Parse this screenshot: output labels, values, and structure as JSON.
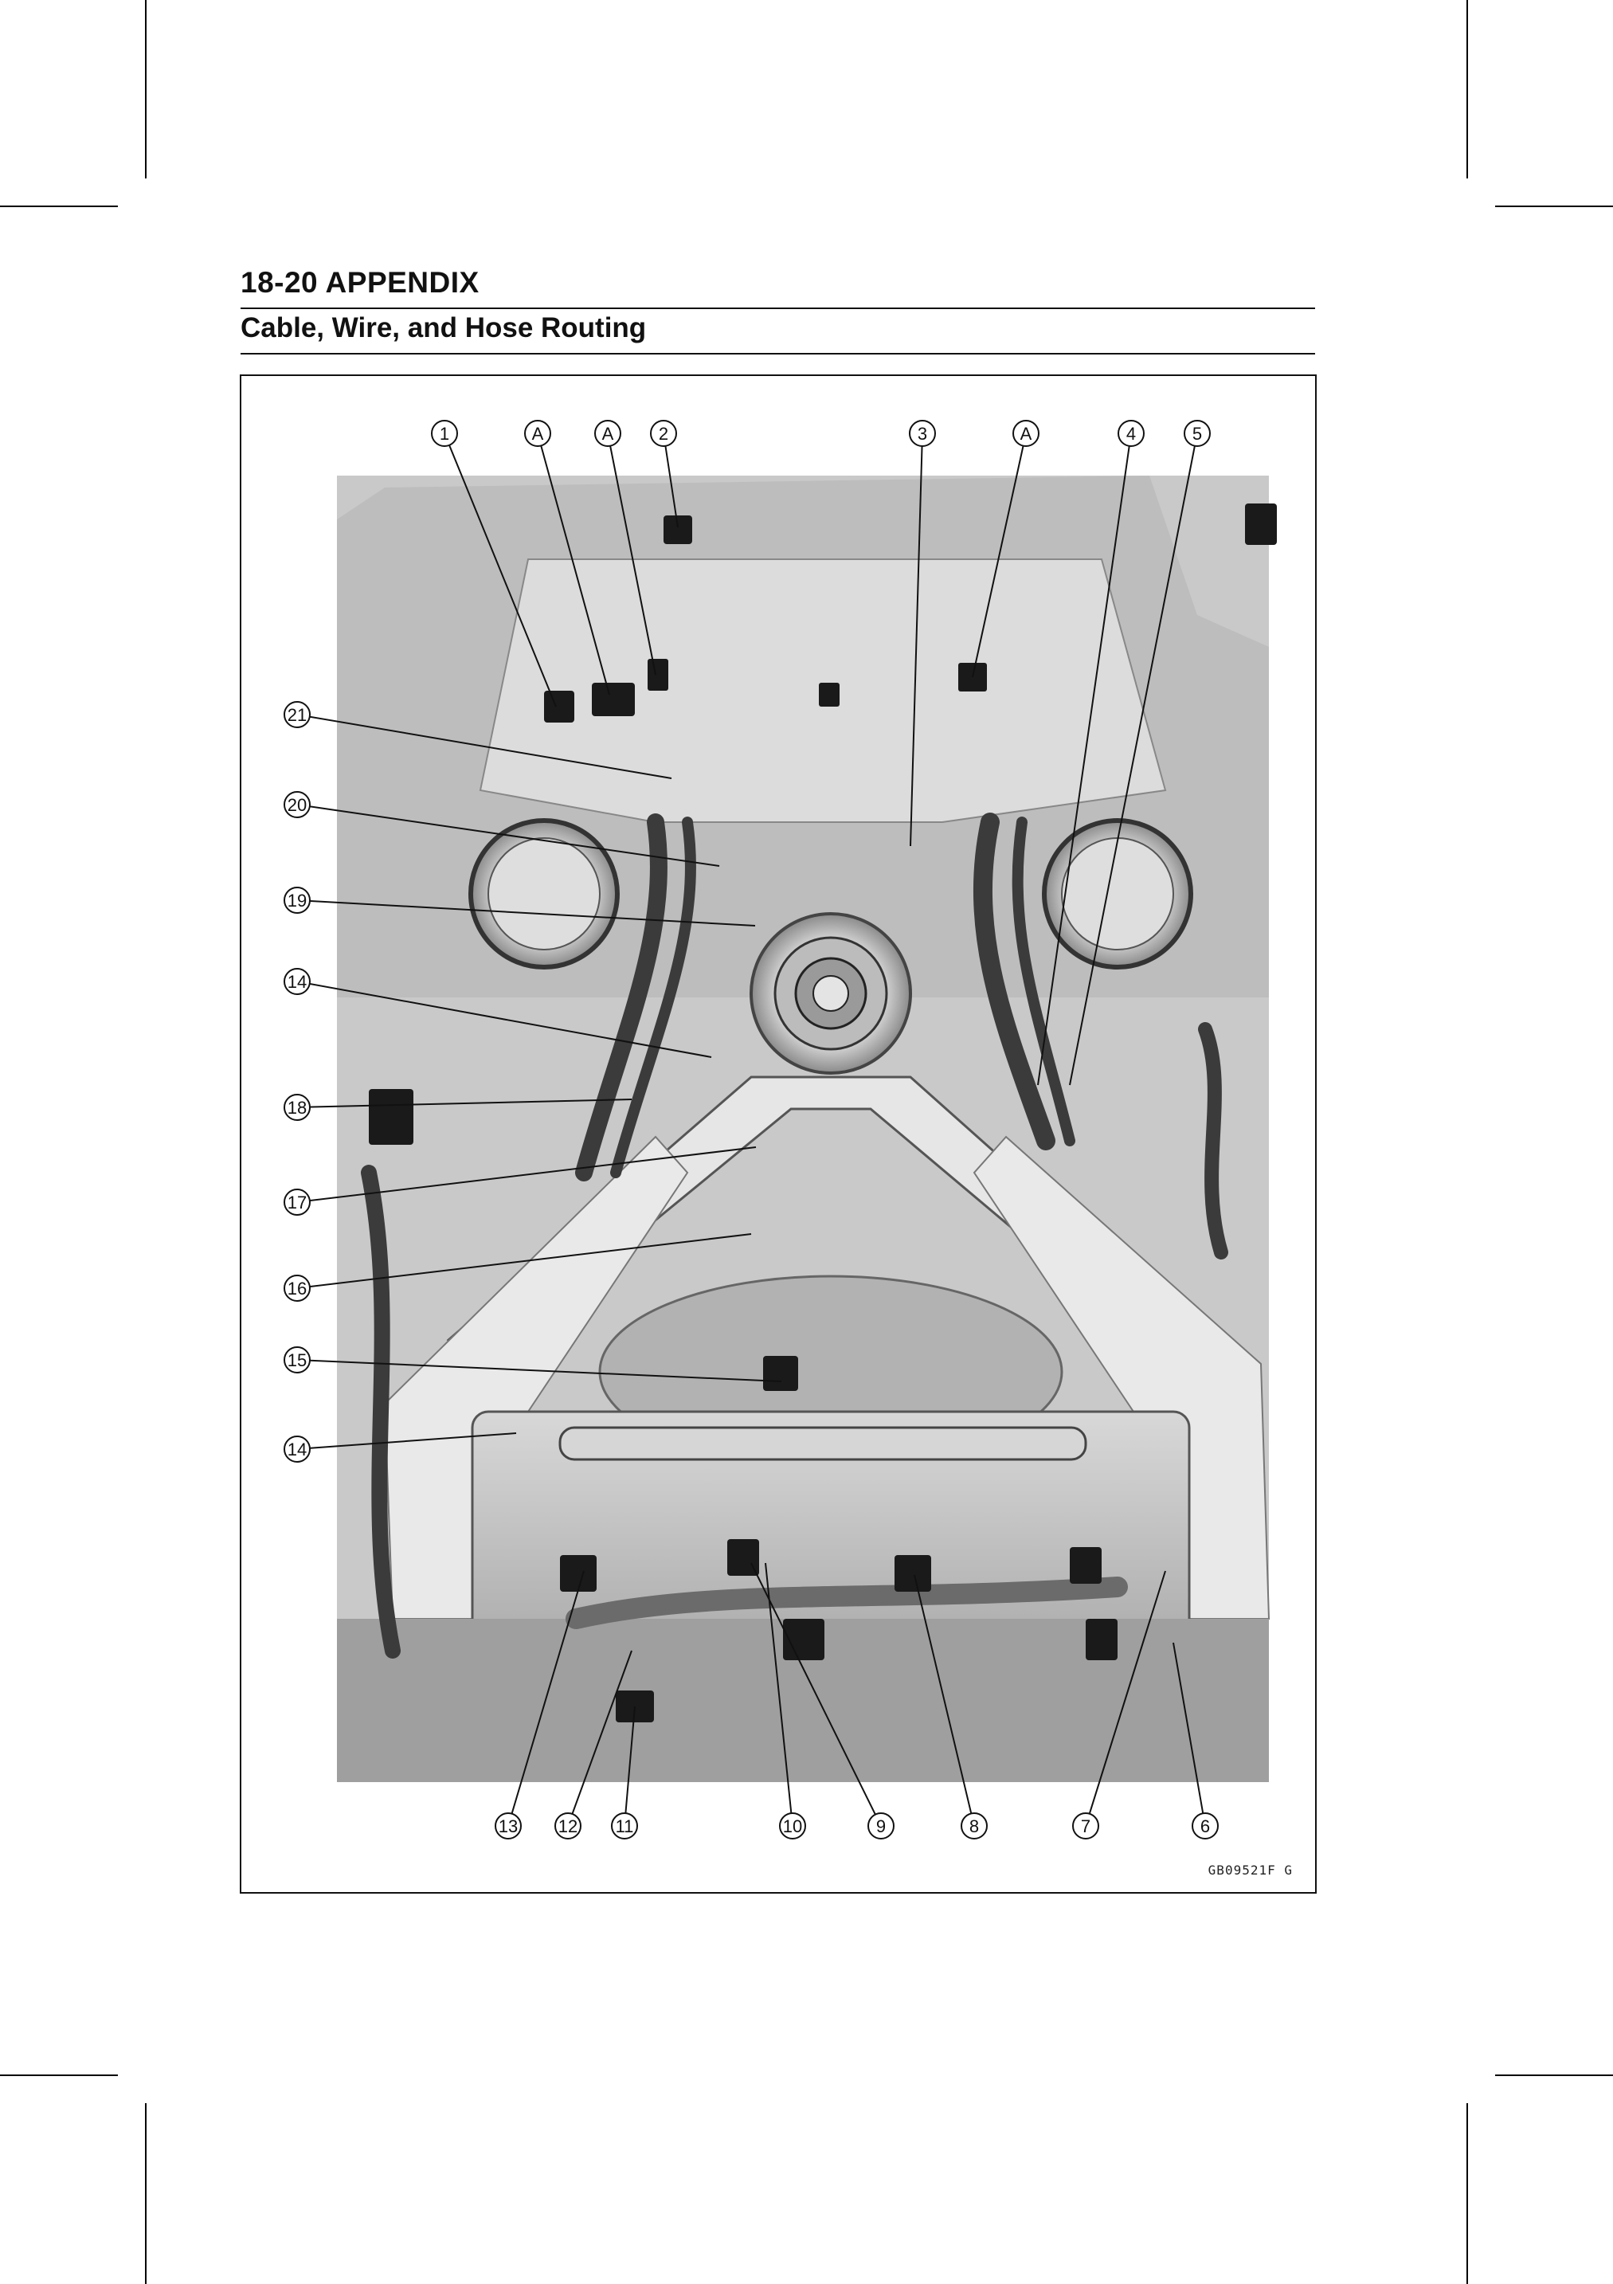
{
  "page_header": {
    "title": "18-20 APPENDIX",
    "subtitle": "Cable, Wire, and Hose Routing"
  },
  "figure": {
    "figure_code": "GB09521F  G",
    "callouts_top": [
      "1",
      "A",
      "A",
      "2",
      "3",
      "A",
      "4",
      "5"
    ],
    "callouts_left": [
      "21",
      "20",
      "19",
      "14",
      "18",
      "17",
      "16",
      "15",
      "14"
    ],
    "callouts_bottom": [
      "13",
      "12",
      "11",
      "10",
      "9",
      "8",
      "7",
      "6"
    ]
  }
}
